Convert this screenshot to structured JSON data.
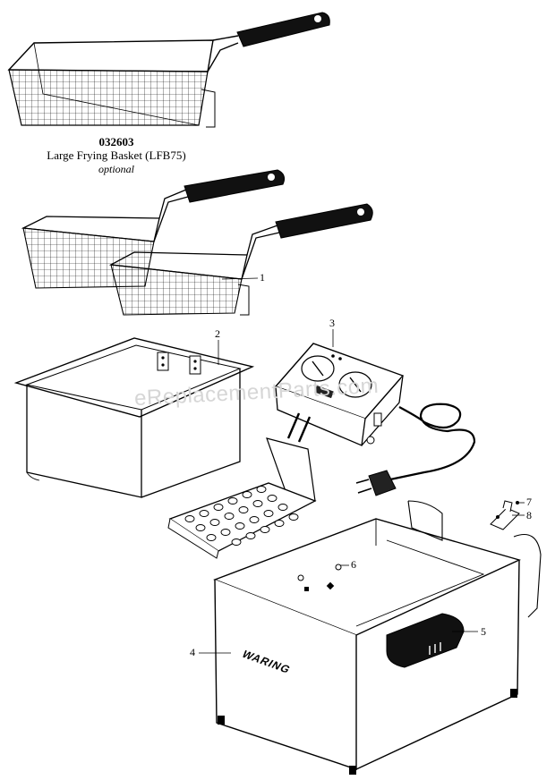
{
  "accessory": {
    "part_number": "032603",
    "name": "Large Frying Basket (LFB75)",
    "note": "optional"
  },
  "callouts": [
    "1",
    "2",
    "3",
    "4",
    "5",
    "6",
    "7",
    "8"
  ],
  "watermark": "eReplacementParts.com",
  "brand_mark": "WARING"
}
